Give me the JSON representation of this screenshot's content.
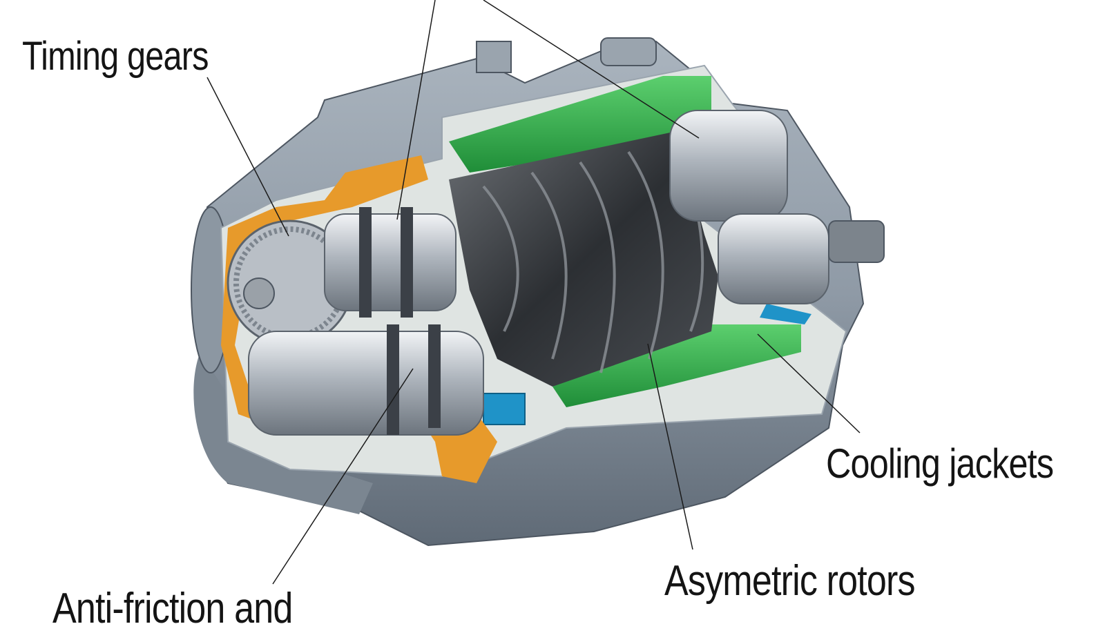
{
  "callouts": {
    "timing_gears": "Timing gears",
    "cooling_jackets": "Cooling jackets",
    "asymetric_rotors": "Asymetric rotors",
    "anti_friction": "Anti-friction and"
  },
  "palette": {
    "casing": "#8f9aa6",
    "casing_dark": "#5f6a76",
    "cut_face": "#dfe4e2",
    "coolant": "#2fae4a",
    "oil": "#e79a2b",
    "water": "#1f93c8",
    "rotor": "#3a3d41",
    "steel": "#c9ced4",
    "leader": "#1a1a1a"
  }
}
